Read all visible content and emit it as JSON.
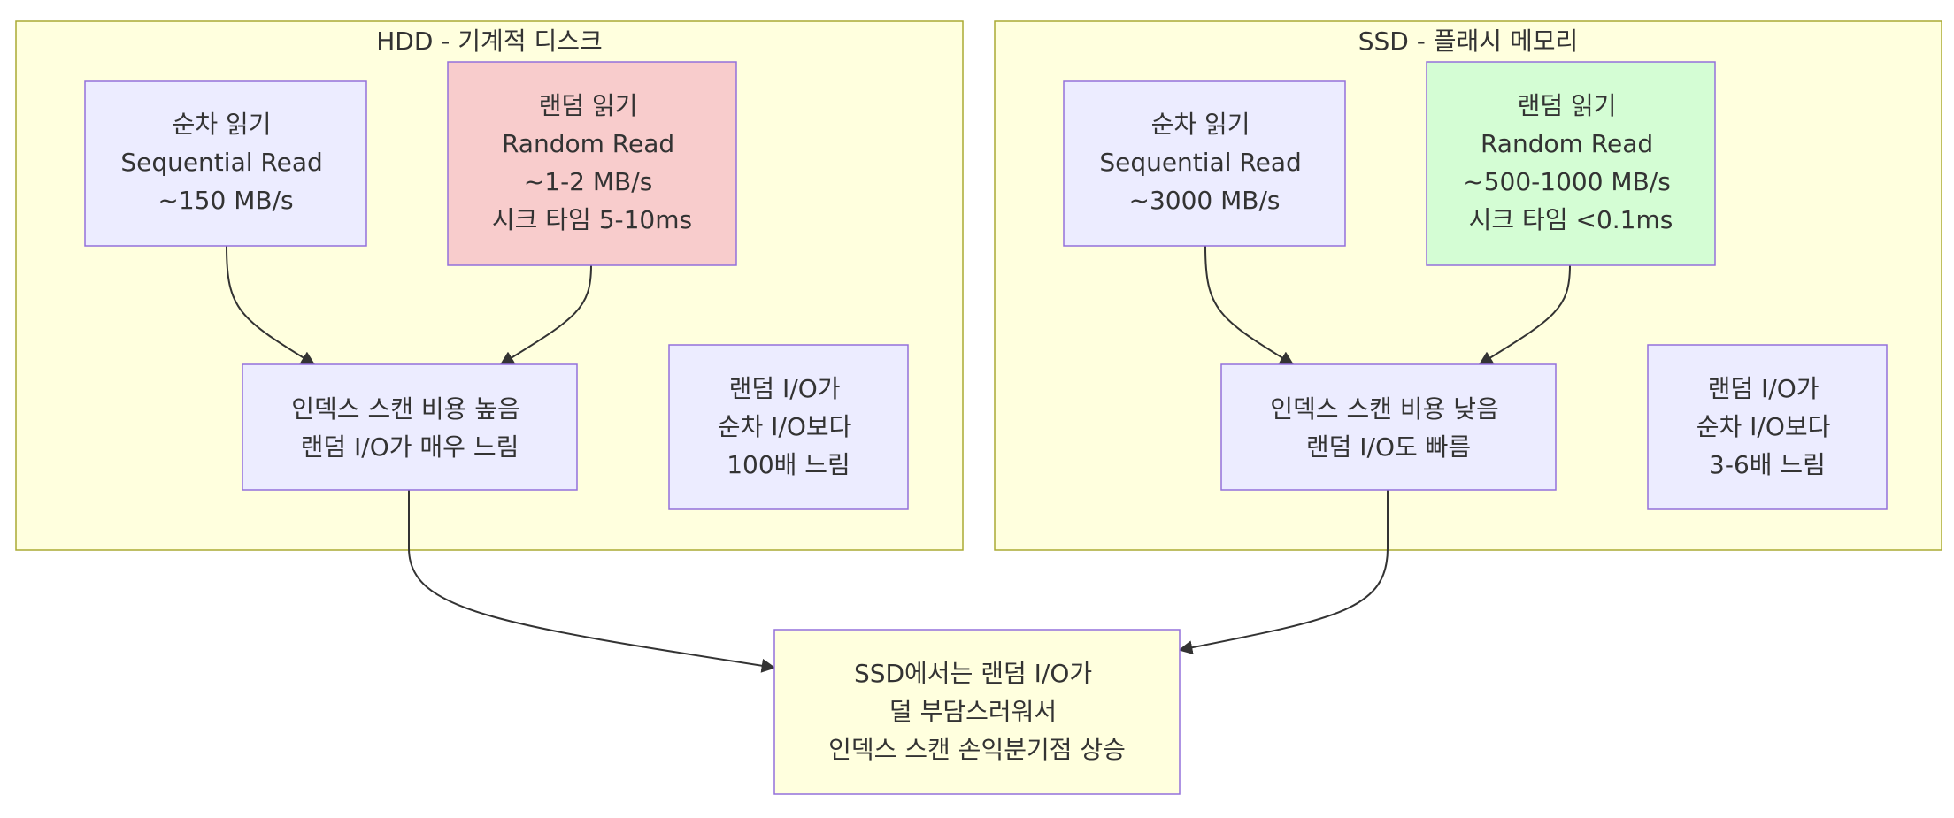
{
  "clusters": {
    "hdd": {
      "title": "HDD - 기계적 디스크"
    },
    "ssd": {
      "title": "SSD - 플래시 메모리"
    }
  },
  "nodes": {
    "hdd_seq": {
      "lines": [
        "순차 읽기",
        "Sequential Read",
        "~150 MB/s"
      ]
    },
    "hdd_rand": {
      "lines": [
        "랜덤 읽기",
        "Random Read",
        "~1-2 MB/s",
        "시크 타임 5-10ms"
      ]
    },
    "hdd_index": {
      "lines": [
        "인덱스 스캔 비용 높음",
        "랜덤 I/O가 매우 느림"
      ]
    },
    "hdd_note": {
      "lines": [
        "랜덤 I/O가",
        "순차 I/O보다",
        "100배 느림"
      ]
    },
    "ssd_seq": {
      "lines": [
        "순차 읽기",
        "Sequential Read",
        "~3000 MB/s"
      ]
    },
    "ssd_rand": {
      "lines": [
        "랜덤 읽기",
        "Random Read",
        "~500-1000 MB/s",
        "시크 타임 <0.1ms"
      ]
    },
    "ssd_index": {
      "lines": [
        "인덱스 스캔 비용 낮음",
        "랜덤 I/O도 빠름"
      ]
    },
    "ssd_note": {
      "lines": [
        "랜덤 I/O가",
        "순차 I/O보다",
        "3-6배 느림"
      ]
    },
    "conclusion": {
      "lines": [
        "SSD에서는 랜덤 I/O가",
        "덜 부담스러워서",
        "인덱스 스캔 손익분기점 상승"
      ]
    }
  },
  "colors": {
    "default_node": "#ececff",
    "hdd_random": "#f8cccc",
    "ssd_random": "#d4fdd4",
    "conclusion": "#ffffde",
    "cluster": "#ffffde"
  },
  "edges": [
    {
      "from": "hdd_seq",
      "to": "hdd_index"
    },
    {
      "from": "hdd_rand",
      "to": "hdd_index"
    },
    {
      "from": "ssd_seq",
      "to": "ssd_index"
    },
    {
      "from": "ssd_rand",
      "to": "ssd_index"
    },
    {
      "from": "hdd_index",
      "to": "conclusion"
    },
    {
      "from": "ssd_index",
      "to": "conclusion"
    }
  ]
}
